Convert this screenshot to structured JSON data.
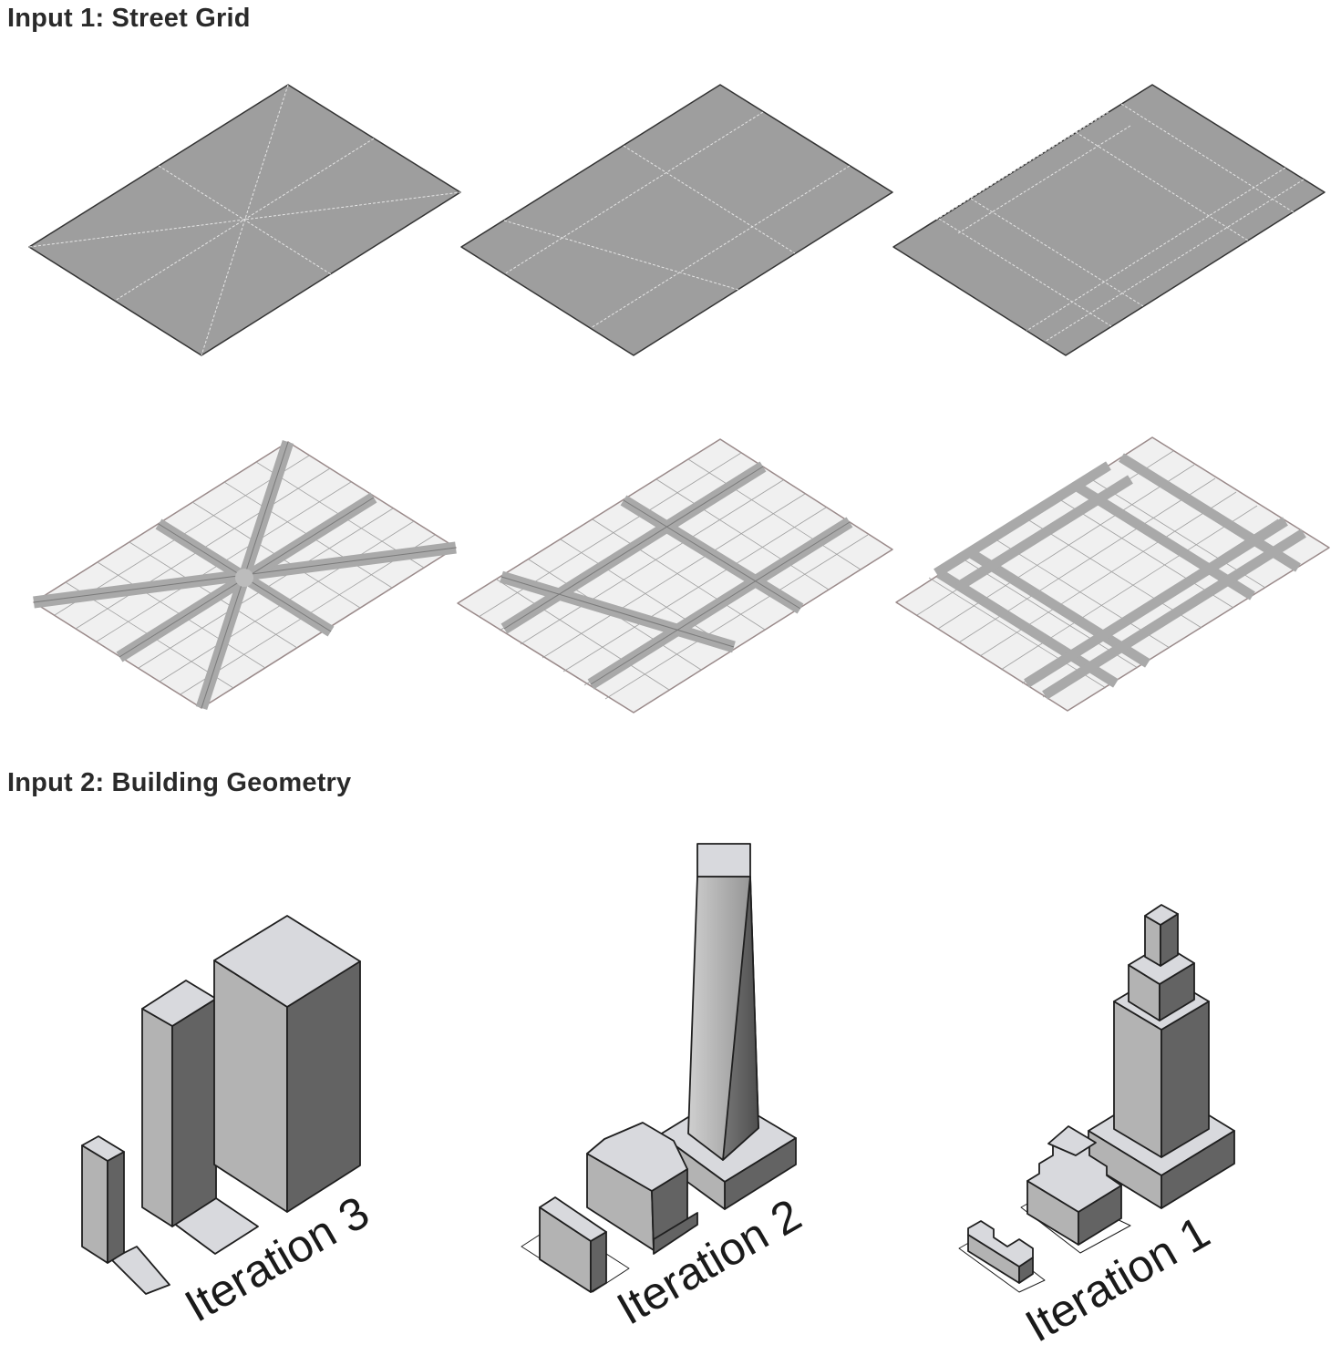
{
  "section_street_grid": {
    "title": "Input 1: Street Grid"
  },
  "section_building_geometry": {
    "title": "Input 2: Building Geometry"
  },
  "iterations": [
    {
      "label": "Iteration 3"
    },
    {
      "label": "Iteration 2"
    },
    {
      "label": "Iteration 1"
    }
  ],
  "colors": {
    "plate": "#9e9e9e",
    "plate_edge": "#333333",
    "block": "#f0f0f0",
    "road": "#a9a9a9",
    "face_top": "#d8d9dd",
    "face_left": "#b3b3b3",
    "face_right": "#636363"
  }
}
